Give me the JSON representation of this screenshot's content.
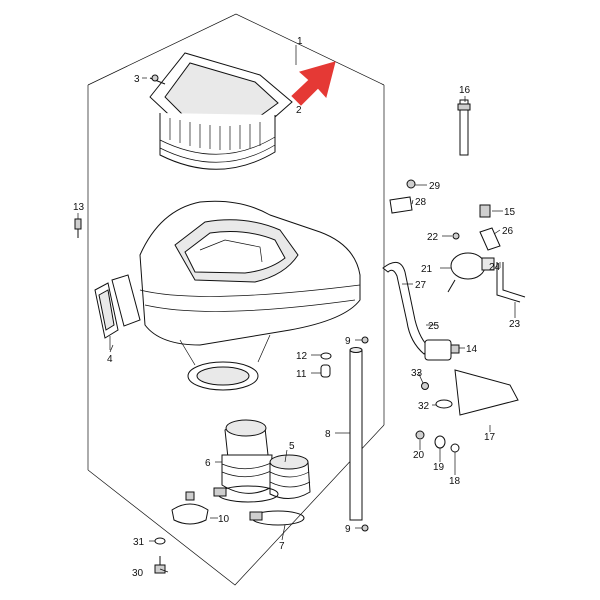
{
  "diagram": {
    "arrow_color": "#e53935",
    "line_color": "#111111",
    "callouts": {
      "1": "1",
      "2": "2",
      "3": "3",
      "4": "4",
      "5": "5",
      "6": "6",
      "7": "7",
      "8": "8",
      "9": "9",
      "9b": "9",
      "10": "10",
      "11": "11",
      "12": "12",
      "13": "13",
      "14": "14",
      "15": "15",
      "16": "16",
      "17": "17",
      "18": "18",
      "19": "19",
      "20": "20",
      "21": "21",
      "22": "22",
      "23": "23",
      "24": "24",
      "25": "25",
      "26": "26",
      "27": "27",
      "28": "28",
      "29": "29",
      "30": "30",
      "31": "31",
      "32": "32",
      "33": "33"
    }
  }
}
